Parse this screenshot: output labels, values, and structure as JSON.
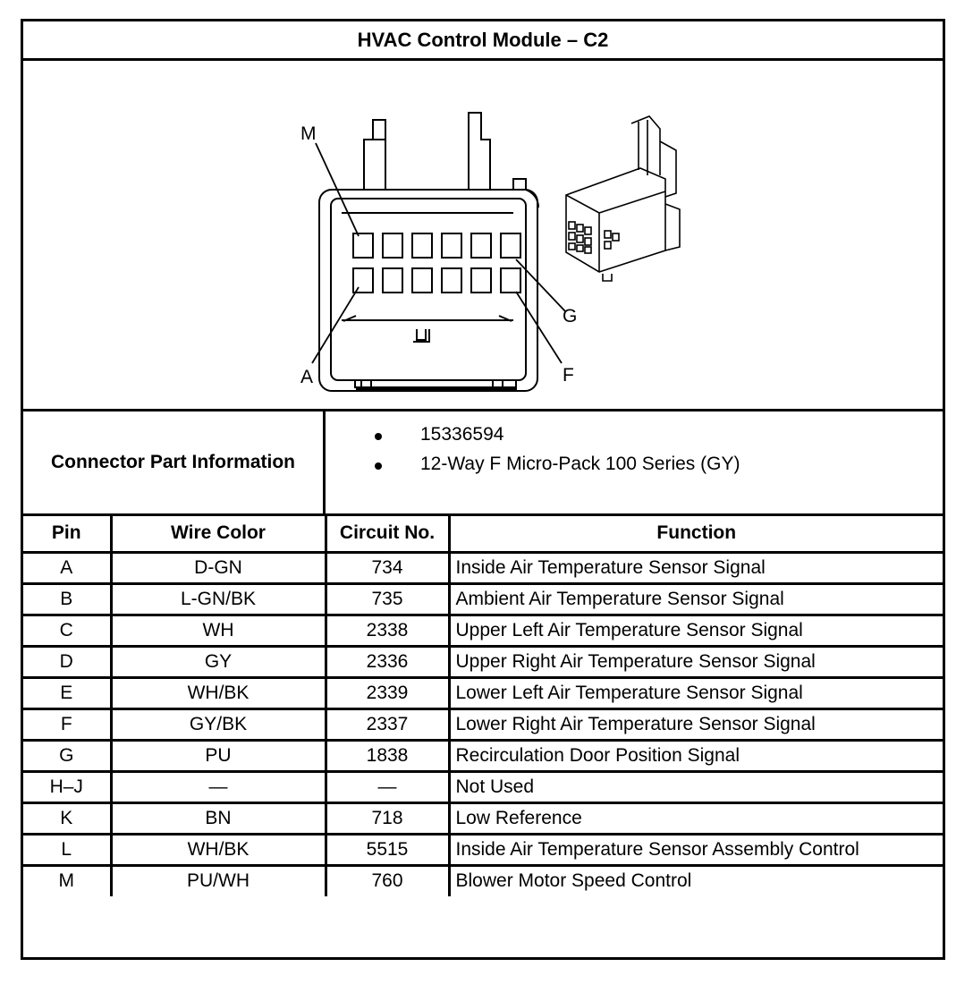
{
  "title": "HVAC Control Module – C2",
  "figure": {
    "labels": {
      "m": "M",
      "a": "A",
      "g": "G",
      "f": "F"
    }
  },
  "part_info": {
    "label": "Connector Part Information",
    "items": [
      "15336594",
      "12-Way F Micro-Pack 100 Series (GY)"
    ]
  },
  "table": {
    "headers": [
      "Pin",
      "Wire Color",
      "Circuit No.",
      "Function"
    ],
    "rows": [
      [
        "A",
        "D-GN",
        "734",
        "Inside Air Temperature Sensor Signal"
      ],
      [
        "B",
        "L-GN/BK",
        "735",
        "Ambient Air Temperature Sensor Signal"
      ],
      [
        "C",
        "WH",
        "2338",
        "Upper Left Air Temperature Sensor Signal"
      ],
      [
        "D",
        "GY",
        "2336",
        "Upper Right Air Temperature Sensor Signal"
      ],
      [
        "E",
        "WH/BK",
        "2339",
        "Lower Left Air Temperature Sensor Signal"
      ],
      [
        "F",
        "GY/BK",
        "2337",
        "Lower Right Air Temperature Sensor Signal"
      ],
      [
        "G",
        "PU",
        "1838",
        "Recirculation Door Position Signal"
      ],
      [
        "H–J",
        "—",
        "—",
        "Not Used"
      ],
      [
        "K",
        "BN",
        "718",
        "Low Reference"
      ],
      [
        "L",
        "WH/BK",
        "5515",
        "Inside Air Temperature Sensor Assembly Control"
      ],
      [
        "M",
        "PU/WH",
        "760",
        "Blower Motor Speed Control"
      ]
    ]
  }
}
